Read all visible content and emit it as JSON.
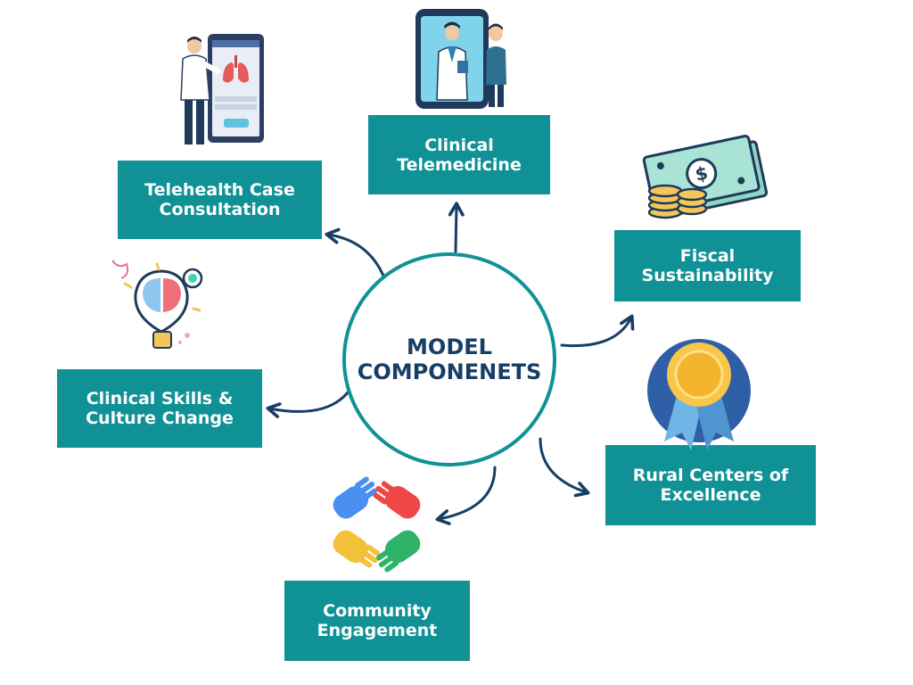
{
  "center": {
    "line1": "MODEL",
    "line2": "COMPONENETS"
  },
  "components": {
    "telemedicine": {
      "line1": "Clinical",
      "line2": "Telemedicine"
    },
    "case_consultation": {
      "line1": "Telehealth Case",
      "line2": "Consultation"
    },
    "fiscal": {
      "line1": "Fiscal",
      "line2": "Sustainability"
    },
    "skills": {
      "line1": "Clinical Skills &",
      "line2": "Culture Change"
    },
    "rural": {
      "line1": "Rural Centers of",
      "line2": "Excellence"
    },
    "community": {
      "line1": "Community",
      "line2": "Engagement"
    }
  },
  "icons": {
    "telemedicine": "phone-doctor-icon",
    "case_consultation": "doctor-tablet-lungs-icon",
    "fiscal": "money-coins-icon",
    "skills": "brain-lightbulb-icon",
    "rural": "award-medal-icon",
    "community": "hands-icon"
  },
  "colors": {
    "box": "#0f9196",
    "arrow": "#173e65",
    "center_text": "#173e65"
  }
}
